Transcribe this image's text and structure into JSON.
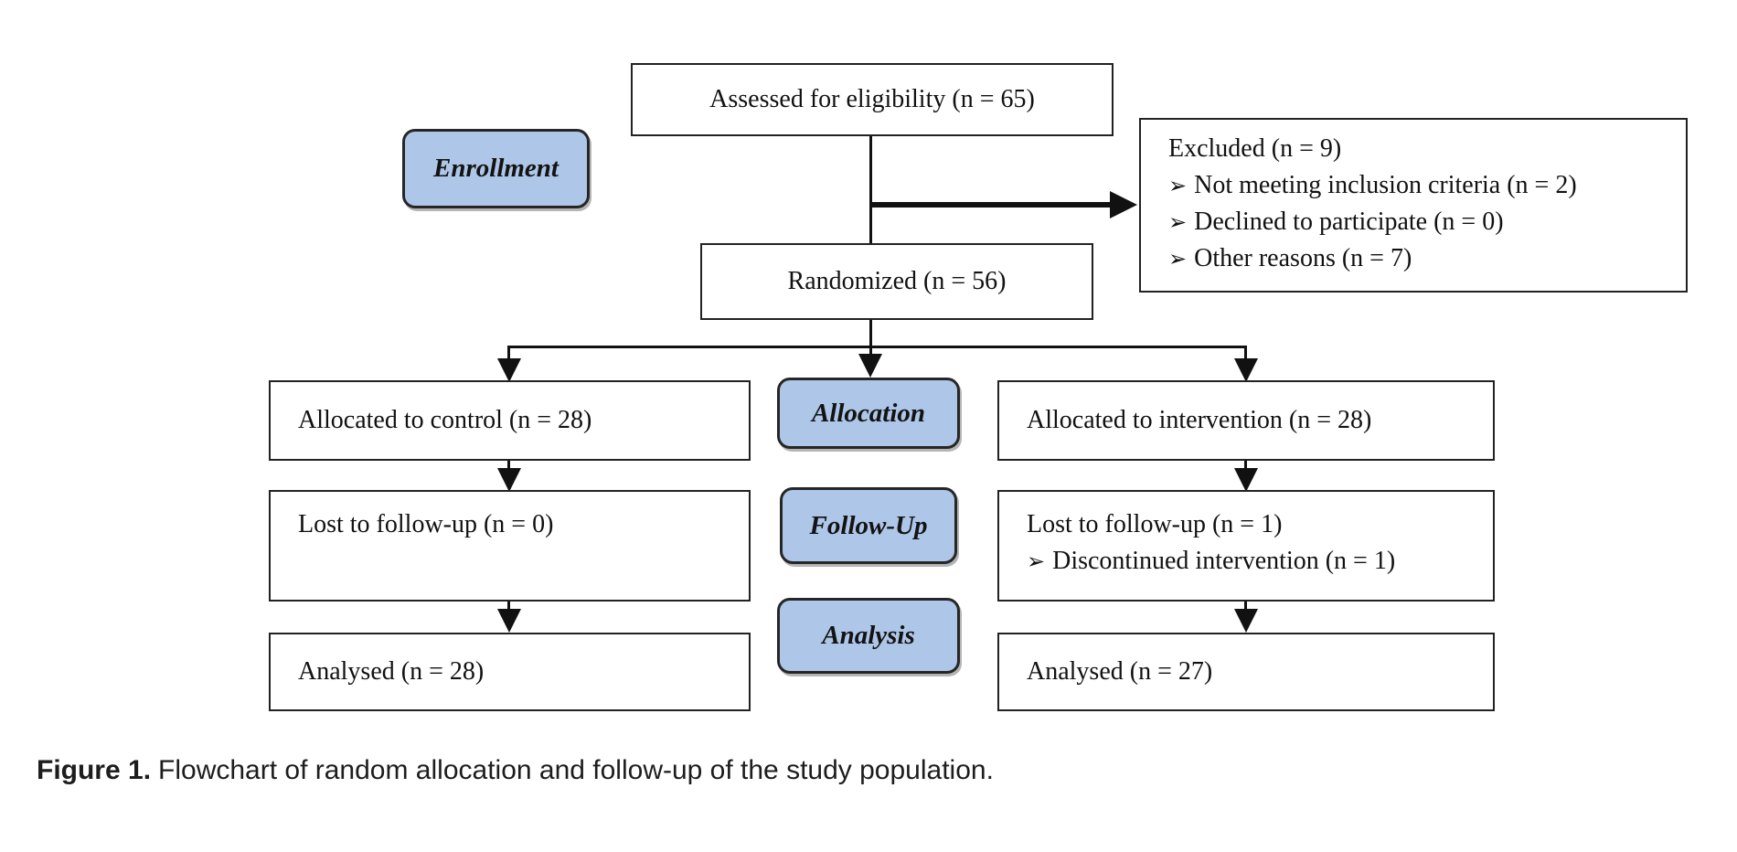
{
  "diagram": {
    "stages": {
      "enrollment": "Enrollment",
      "allocation": "Allocation",
      "followup": "Follow-Up",
      "analysis": "Analysis"
    },
    "assessed": {
      "text": "Assessed for eligibility (n = 65)"
    },
    "excluded": {
      "title": "Excluded (n = 9)",
      "bullet_glyph": "➢",
      "items": [
        "Not meeting inclusion criteria (n = 2)",
        "Declined to participate (n = 0)",
        "Other reasons (n = 7)"
      ]
    },
    "randomized": {
      "text": "Randomized (n = 56)"
    },
    "control_arm": {
      "allocated": "Allocated to control (n = 28)",
      "lost": "Lost to follow-up (n = 0)",
      "analysed": "Analysed (n = 28)"
    },
    "intervention_arm": {
      "allocated": "Allocated to intervention (n = 28)",
      "lost": "Lost to follow-up (n = 1)",
      "lost_detail": "Discontinued intervention (n = 1)",
      "analysed": "Analysed (n = 27)"
    }
  },
  "caption": {
    "label": "Figure 1.",
    "text": "Flowchart of random allocation and follow-up of the study population."
  },
  "colors": {
    "stage_fill": "#aec6e8",
    "stage_border": "#262626",
    "box_border": "#222222",
    "line": "#111111"
  }
}
